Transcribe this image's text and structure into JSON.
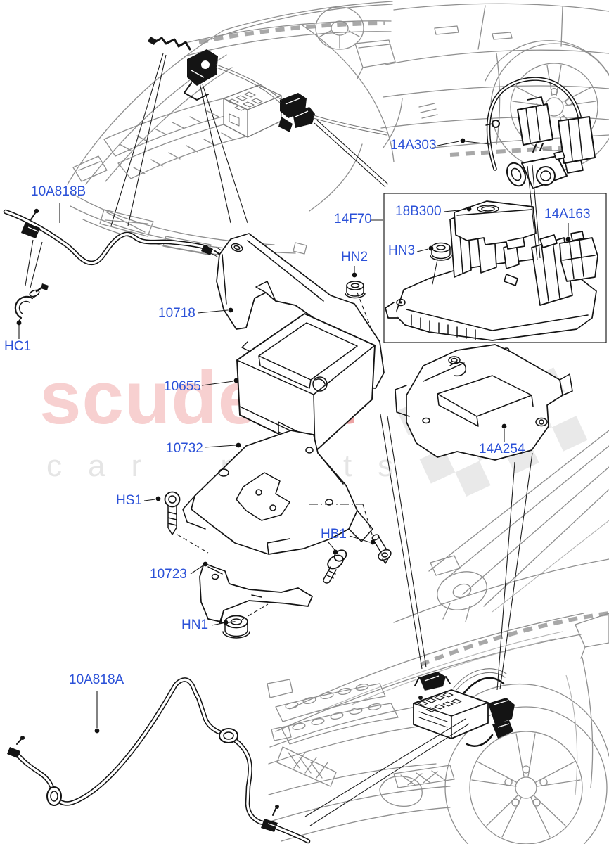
{
  "watermark": {
    "brand_start": "scuder",
    "brand_end": "ia",
    "tagline": "car parts"
  },
  "part_labels": {
    "p10A818B": "10A818B",
    "hc1": "HC1",
    "p10718": "10718",
    "p10655": "10655",
    "p10732": "10732",
    "hs1": "HS1",
    "p10723": "10723",
    "hn1": "HN1",
    "p10A818A": "10A818A",
    "hb1": "HB1",
    "hn2": "HN2",
    "p14A303": "14A303",
    "p14F70": "14F70",
    "p18B300": "18B300",
    "p14A163": "14A163",
    "hn3": "HN3",
    "p14A254": "14A254"
  },
  "colors": {
    "label_blue": "#2b51d8",
    "watermark_pink": "#f7d0d0",
    "watermark_pink_dark": "#eda4a4",
    "watermark_grey": "#e5e5e5",
    "line_black": "#141414",
    "car_grey": "#8f8f8f"
  }
}
